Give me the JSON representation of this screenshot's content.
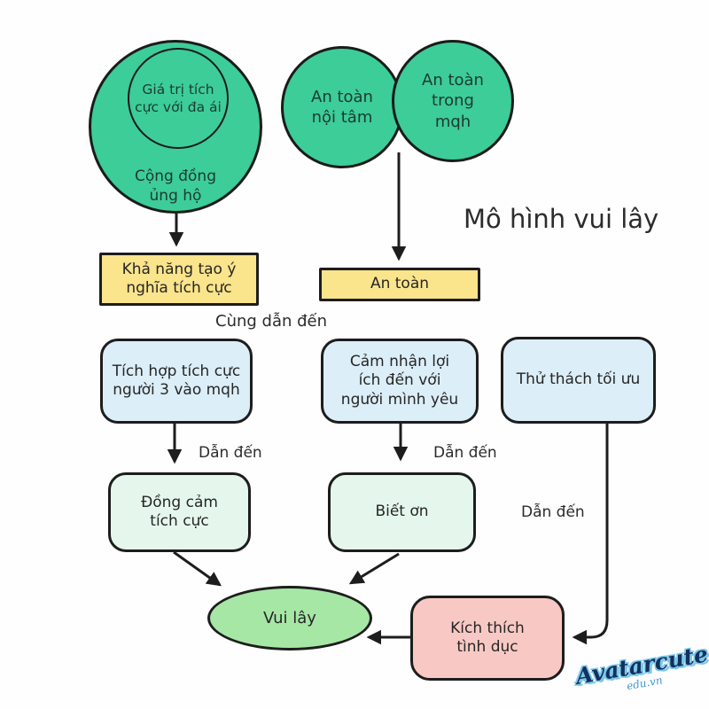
{
  "title": "Mô hình vui lây",
  "venn_left": {
    "outer": "Cộng đồng ủng hộ",
    "inner": "Giá trị tích cực với đa ái"
  },
  "venn_right": {
    "left_circle": "An toàn nội tâm",
    "right_circle": "An toàn trong mqh"
  },
  "yellow_boxes": {
    "meaning": "Khả năng tạo ý nghĩa tích cực",
    "safety": "An toàn"
  },
  "connector_labels": {
    "both_lead": "Cùng dẫn đến",
    "lead_left": "Dẫn đến",
    "lead_mid": "Dẫn đến",
    "lead_right": "Dẫn đến"
  },
  "blue_boxes": {
    "integration": "Tích hợp tích cực người 3 vào mqh",
    "benefit": "Cảm nhận lợi ích đến với người mình yêu",
    "challenge": "Thử thách tối ưu"
  },
  "mint_boxes": {
    "empathy": "Đồng cảm tích cực",
    "gratitude": "Biết ơn"
  },
  "outcome": {
    "contagion": "Vui lây",
    "arousal": "Kích thích tình dục"
  },
  "watermark": {
    "brand": "Avatarcute",
    "domain": "edu.vn"
  },
  "colors": {
    "venn_fill": "#3ccd99",
    "yellow_fill": "#fae48c",
    "blue_fill": "#dceef8",
    "mint_fill": "#e5f7ed",
    "ellipse_fill": "#a6e7a5",
    "pink_fill": "#f8c9c4",
    "stroke": "#1d1d1d",
    "text": "#262626",
    "watermark_navy": "#14305c",
    "watermark_blue": "#7cc8ec"
  }
}
